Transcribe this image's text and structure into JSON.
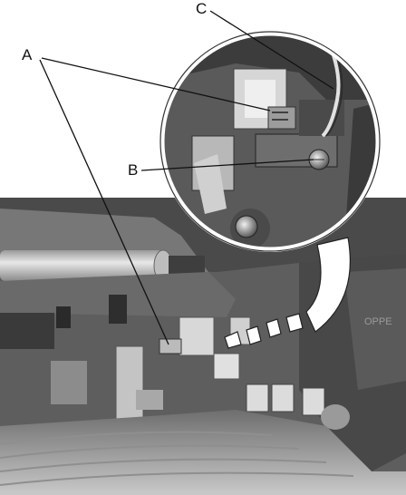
{
  "labels": {
    "a": "A",
    "b": "B",
    "c": "C"
  },
  "background_text": "OPPE",
  "colors": {
    "photo_dark": "#3a3a3a",
    "photo_mid": "#7a7a7a",
    "photo_light": "#cfcfcf",
    "leader_line": "#111111",
    "callout_arrow": "#ffffff"
  }
}
